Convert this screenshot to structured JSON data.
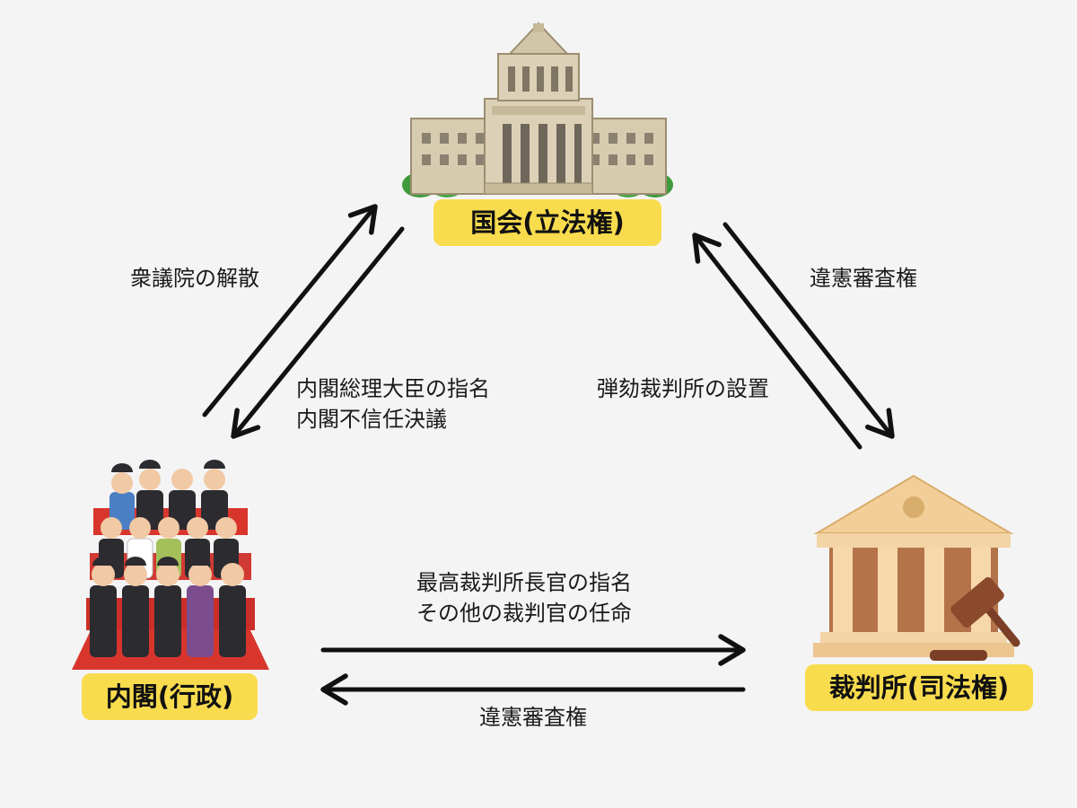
{
  "nodes": {
    "diet": {
      "label": "国会(立法権)"
    },
    "cabinet": {
      "label": "内閣(行政)"
    },
    "court": {
      "label": "裁判所(司法権)"
    }
  },
  "relations": {
    "cabinet_to_diet": "衆議院の解散",
    "diet_to_cabinet": [
      "内閣総理大臣の指名",
      "内閣不信任決議"
    ],
    "diet_to_court": "弾劾裁判所の設置",
    "court_to_diet": "違憲審査権",
    "cabinet_to_court": [
      "最高裁判所長官の指名",
      "その他の裁判官の任命"
    ],
    "court_to_cabinet": "違憲審査権"
  },
  "colors": {
    "badge": "#f9dc4e",
    "arrow": "#111111",
    "background": "#f4f4f4"
  }
}
